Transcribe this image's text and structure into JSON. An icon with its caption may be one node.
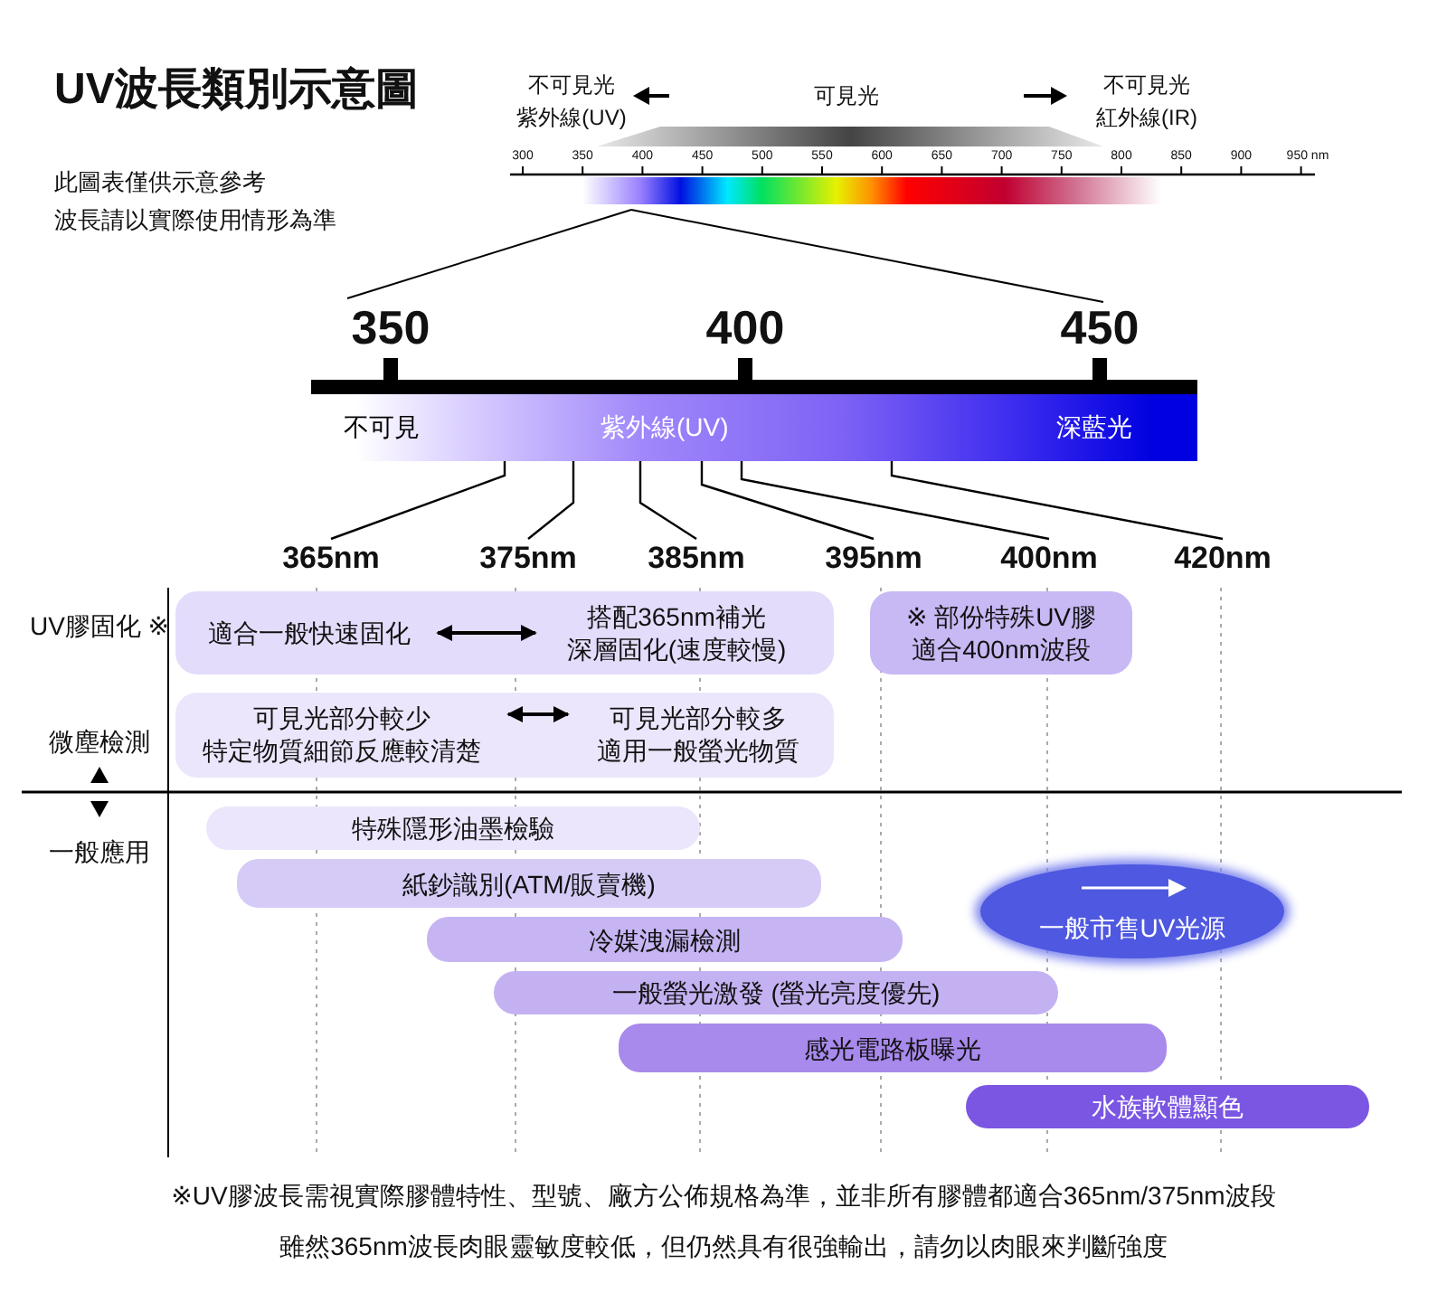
{
  "diagram": {
    "title": "UV波長類別示意圖",
    "nodes": [
      {
        "text": [
          "不可見",
          "紫外線(UV)",
          "深藍光"
        ]
      },
      {
        "text": [
          "365nm"
        ]
      },
      {
        "text": [
          "375nm"
        ]
      },
      {
        "text": [
          "385nm"
        ]
      },
      {
        "text": [
          "395nm"
        ]
      },
      {
        "text": [
          "400nm"
        ]
      },
      {
        "text": [
          "420nm"
        ]
      },
      {
        "text": [],
        "shape": "box"
      },
      {
        "text": [
          "適合一般快速固化"
        ],
        "in": 7
      },
      {
        "text": [
          "搭配365nm補光",
          "深層固化(速度較慢)"
        ],
        "in": 7
      },
      {
        "text": [
          "※ 部份特殊UV膠",
          "適合400nm波段"
        ]
      },
      {
        "text": [],
        "shape": "box"
      },
      {
        "text": [
          "可見光部分較少",
          "特定物質細節反應較清楚"
        ],
        "in": 11
      },
      {
        "text": [
          "可見光部分較多",
          "適用一般螢光物質"
        ],
        "in": 11
      },
      {
        "text": [
          "特殊隱形油墨檢驗"
        ]
      },
      {
        "text": [
          "紙鈔識別(ATM/販賣機)"
        ]
      },
      {
        "text": [
          "冷媒洩漏檢測"
        ]
      },
      {
        "text": [
          "一般螢光激發 (螢光亮度優先)"
        ]
      },
      {
        "text": [
          "感光電路板曝光"
        ]
      },
      {
        "text": [
          "水族軟體顯色"
        ]
      },
      {
        "text": [
          "一般市售UV光源"
        ]
      }
    ],
    "edges": [
      {
        "from": 1,
        "to": 0,
        "arrow": "none"
      },
      {
        "from": 2,
        "to": 0,
        "arrow": "none"
      },
      {
        "from": 3,
        "to": 0,
        "arrow": "none"
      },
      {
        "from": 4,
        "to": 0,
        "arrow": "none"
      },
      {
        "from": 5,
        "to": 0,
        "arrow": "none"
      },
      {
        "from": 6,
        "to": 0,
        "arrow": "none"
      },
      {
        "from": 8,
        "to": 9,
        "arrow": "both"
      },
      {
        "from": 12,
        "to": 13,
        "arrow": "both"
      }
    ],
    "labels": [
      "此圖表僅供示意參考",
      "波長請以實際使用情形為準",
      "不可見光",
      "紫外線(UV)",
      "可見光",
      "不可見光",
      "紅外線(IR)",
      "300",
      "350",
      "400",
      "450",
      "500",
      "550",
      "600",
      "650",
      "700",
      "750",
      "800",
      "850",
      "900",
      "950 nm",
      "350",
      "400",
      "450",
      "UV膠固化 ※",
      "微塵檢測",
      "一般應用",
      "※UV膠波長需視實際膠體特性、型號、廠方公佈規格為準，並非所有膠體都適合365nm/375nm波段",
      "雖然365nm波長肉眼靈敏度較低，但仍然具有很強輸出，請勿以肉眼來判斷強度"
    ]
  }
}
